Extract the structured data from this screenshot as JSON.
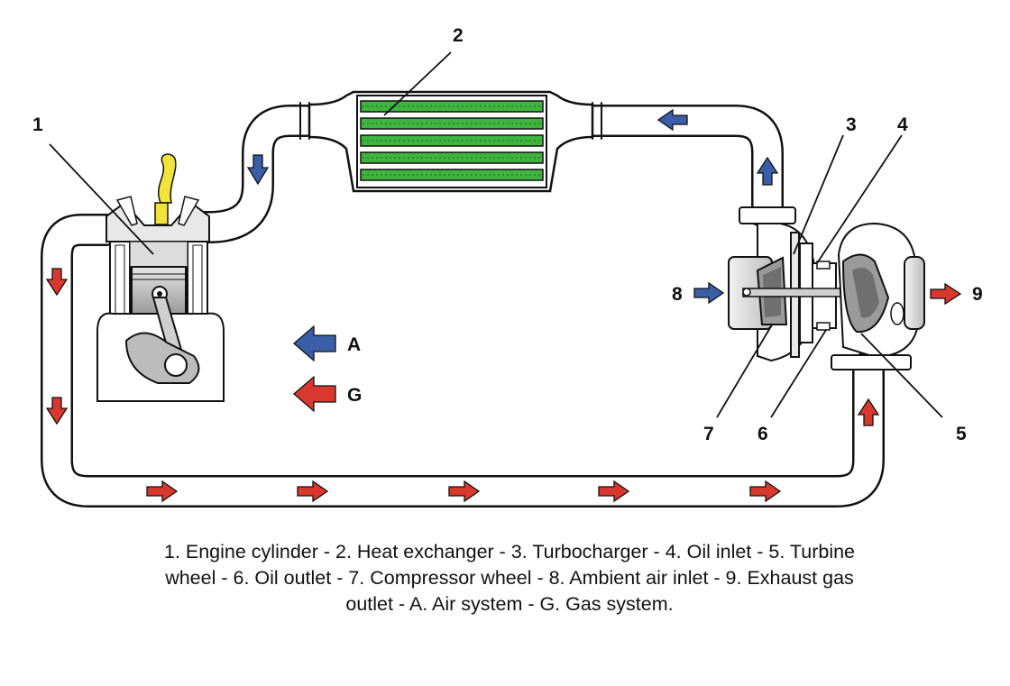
{
  "labels": {
    "engine_cylinder": "1",
    "heat_exchanger": "2",
    "turbocharger": "3",
    "oil_inlet": "4",
    "turbine_wheel": "5",
    "oil_outlet": "6",
    "compressor_wheel": "7",
    "ambient_air_inlet": "8",
    "exhaust_gas_outlet": "9",
    "air_system": "A",
    "gas_system": "G"
  },
  "caption": "1. Engine cylinder - 2. Heat exchanger - 3. Turbocharger - 4. Oil inlet - 5. Turbine wheel - 6. Oil outlet - 7. Compressor wheel - 8. Ambient air inlet - 9. Exhaust gas outlet - A. Air system - G. Gas system.",
  "colors": {
    "air_arrow": "#3a5ea8",
    "gas_arrow": "#d9382e",
    "exchanger_fins": "#3fb53f",
    "fuel_spray": "#f1e33a",
    "outline": "#111111"
  }
}
